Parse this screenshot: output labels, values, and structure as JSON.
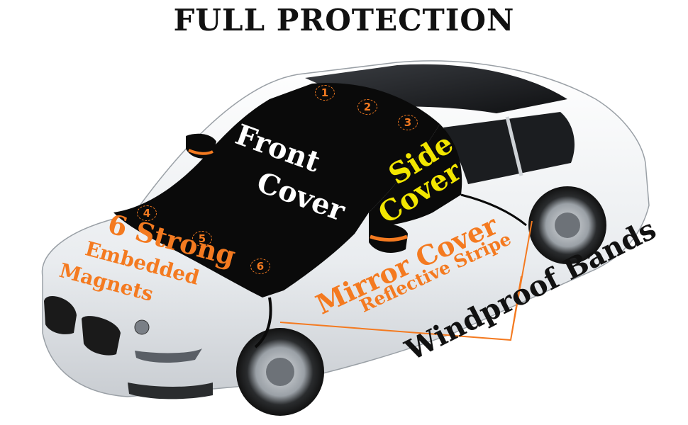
{
  "title": "FULL PROTECTION",
  "labels": {
    "front_line1": "Front",
    "front_line2": "Cover",
    "side_line1": "Side",
    "side_line2": "Cover",
    "magnets_line1": "6 Strong",
    "magnets_line2": "Embedded",
    "magnets_line3": "Magnets",
    "mirror_line1": "Mirror Cover",
    "mirror_line2": "Reflective Stripe",
    "windproof": "Windproof Bands"
  },
  "magnets": [
    "1",
    "2",
    "3",
    "4",
    "5",
    "6"
  ],
  "colors": {
    "accent_orange": "#f47a20",
    "side_yellow": "#f2e600",
    "cover_black": "#0a0a0a",
    "car_white": "#eef0f2"
  }
}
